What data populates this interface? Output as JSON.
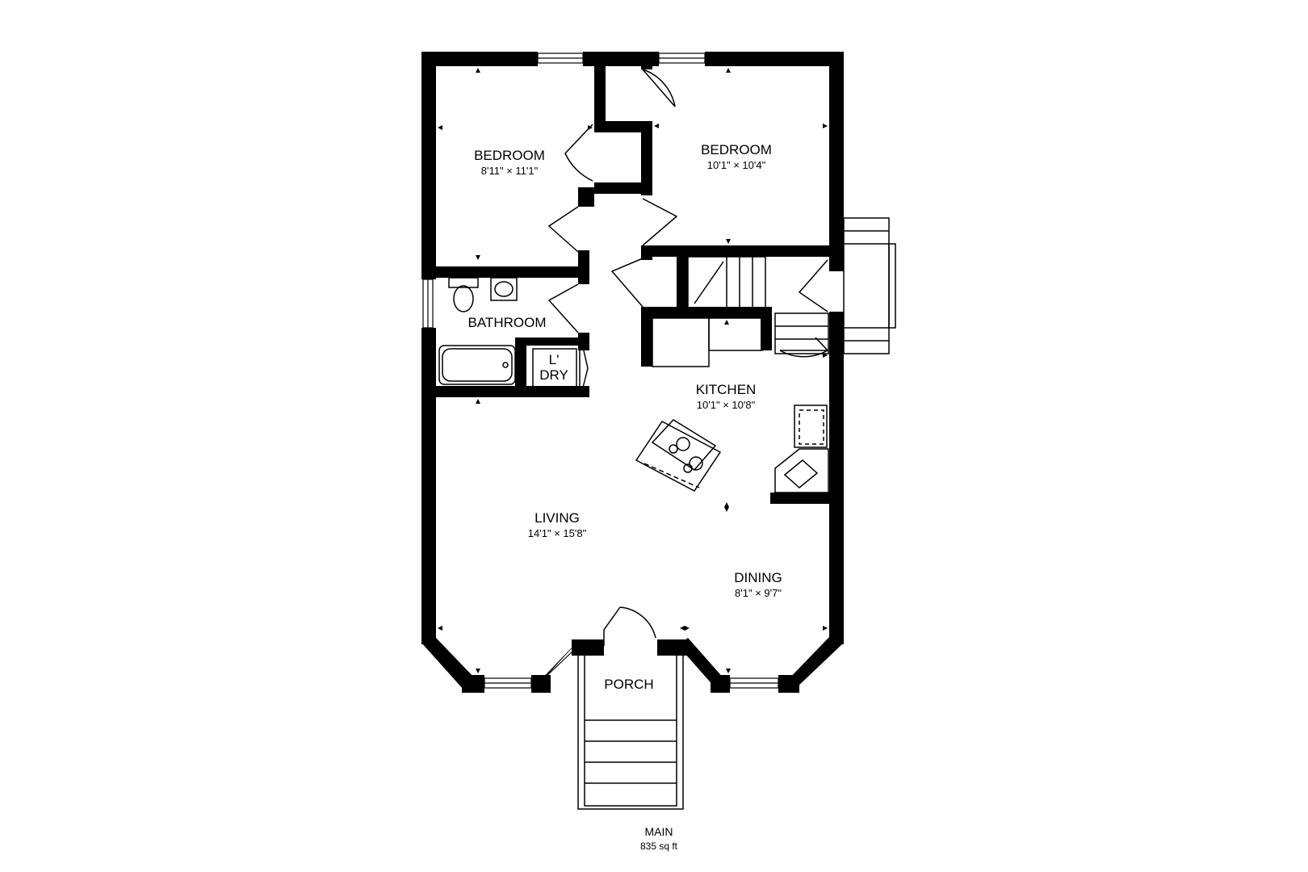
{
  "plan": {
    "colors": {
      "wall": "#000000",
      "background": "#ffffff"
    },
    "rooms": {
      "bedroom_left": {
        "name": "BEDROOM",
        "dims": "8'11\" × 11'1\""
      },
      "bedroom_right": {
        "name": "BEDROOM",
        "dims": "10'1\" × 10'4\""
      },
      "bathroom": {
        "name": "BATHROOM"
      },
      "laundry": {
        "name_line1": "L'",
        "name_line2": "DRY"
      },
      "kitchen": {
        "name": "KITCHEN",
        "dims": "10'1\" × 10'8\""
      },
      "living": {
        "name": "LIVING",
        "dims": "14'1\" × 15'8\""
      },
      "dining": {
        "name": "DINING",
        "dims": "8'1\" × 9'7\""
      },
      "porch": {
        "name": "PORCH"
      }
    },
    "floor": {
      "name": "MAIN",
      "area": "835 sq ft"
    }
  }
}
